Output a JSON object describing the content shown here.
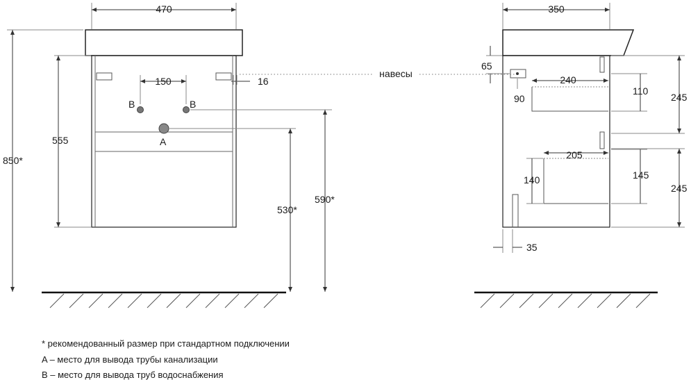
{
  "front": {
    "width": "470",
    "height_total": "850*",
    "body_height": "555",
    "pipe_spacing": "150",
    "hanger_offset": "16",
    "label_b_left": "B",
    "label_b_right": "B",
    "label_a": "A",
    "height_a": "530*",
    "height_b": "590*"
  },
  "hangers_label": "навесы",
  "side": {
    "depth": "350",
    "hanger_height": "65",
    "hanger_depth": "90",
    "top_shelf_depth": "240",
    "top_shelf_height": "110",
    "top_section_height": "245",
    "bottom_shelf_depth": "205",
    "bottom_shelf_height_right": "145",
    "bottom_shelf_height_left": "140",
    "bottom_section_height": "245",
    "foot_offset": "35"
  },
  "notes": [
    "* рекомендованный размер при стандартном подключении",
    "A – место для вывода трубы канализации",
    "B – место для вывода труб водоснабжения"
  ]
}
